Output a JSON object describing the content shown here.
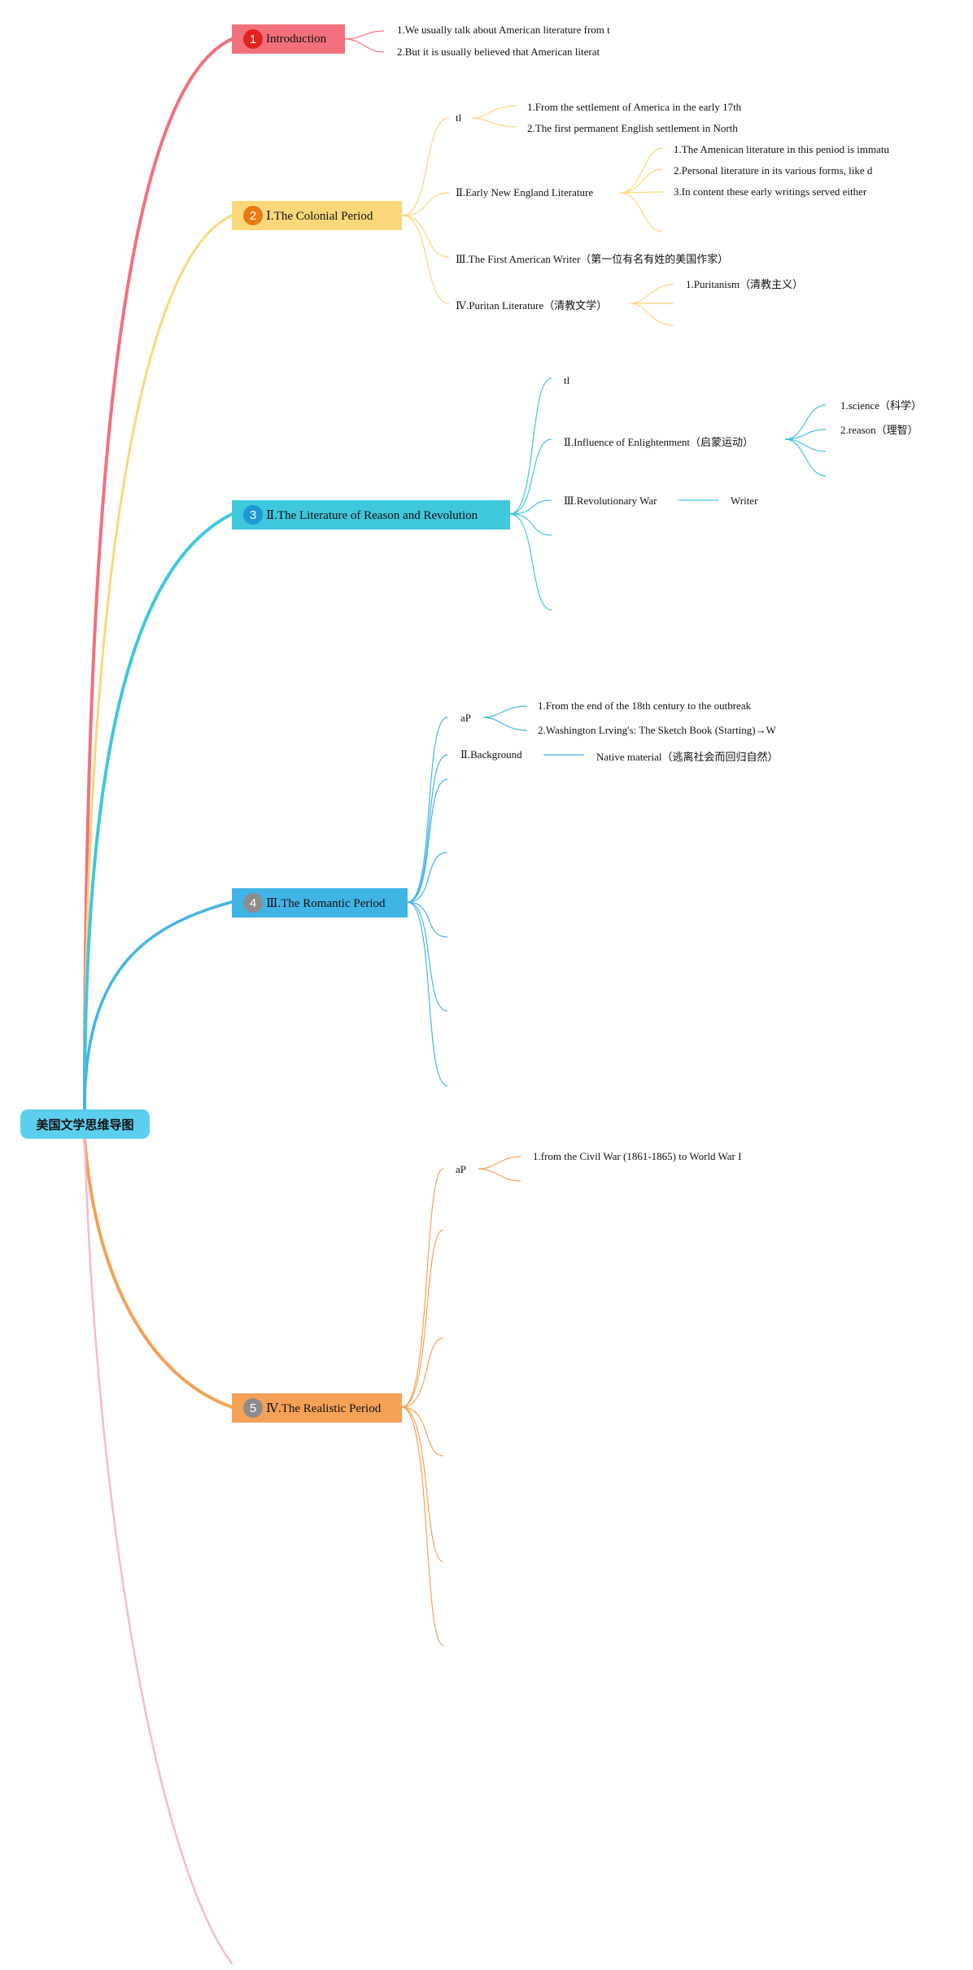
{
  "root": {
    "label": "美国文学思维导图"
  },
  "colors": {
    "introduction": "#f2707c",
    "colonial": "#fbd77a",
    "reason": "#3fc7dc",
    "romantic": "#41b4e6",
    "realistic": "#f4a156",
    "extra": "#f6b8d2",
    "badge_red": "#e4231c",
    "badge_orange": "#e67a14",
    "badge_blue": "#1f98d3",
    "badge_gray": "#8c8c8c"
  },
  "branches": {
    "introduction": {
      "badge": "1",
      "label": "Introduction",
      "children": [
        "1.We usually talk about American literature from t",
        "2.But it is usually believed that American literat"
      ]
    },
    "colonial": {
      "badge": "2",
      "label": "Ⅰ.The Colonial Period",
      "sub_tl": "tl",
      "tl_children": [
        "1.From the settlement of America in the early 17th",
        "2.The first permanent English settlement in North"
      ],
      "early_ne": "Ⅱ.Early New England Literature",
      "early_ne_children": [
        "1.The Amenican literature in this peniod is immatu",
        "2.Personal literature in its various forms, like d",
        "3.In content these early writings served either"
      ],
      "first_writer": "Ⅲ.The First American Writer（第一位有名有姓的美国作家）",
      "puritan": "Ⅳ.Puritan Literature（清教文学）",
      "puritan_children": [
        "1.Puritanism（清教主义）"
      ]
    },
    "reason": {
      "badge": "3",
      "label": "Ⅱ.The Literature of Reason and Revolution",
      "sub_tl": "tl",
      "influence": "Ⅱ.Influence of Enlightenment（启蒙运动）",
      "influence_children": [
        "1.science（科学）",
        "2.reason（理智）"
      ],
      "war": "Ⅲ.Revolutionary War",
      "war_child": "Writer"
    },
    "romantic": {
      "badge": "4",
      "label": "Ⅲ.The Romantic Period",
      "sub_ap": "aP",
      "ap_children": [
        "1.From the end of the 18th century to the outbreak",
        "2.Washington Lrving's: The Sketch Book (Starting)→W"
      ],
      "background": "Ⅱ.Background",
      "background_child": "Native material（逃离社会而回归自然）"
    },
    "realistic": {
      "badge": "5",
      "label": "Ⅳ.The Realistic Period",
      "sub_ap": "aP",
      "ap_children": [
        "1.from the Civil War (1861-1865) to World War I"
      ]
    }
  }
}
